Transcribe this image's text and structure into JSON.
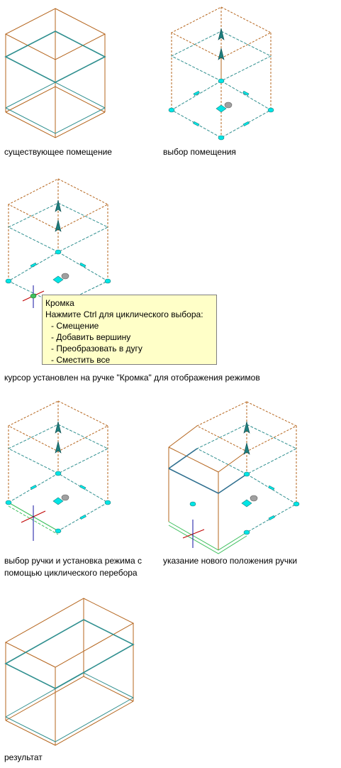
{
  "captions": {
    "existing": "существующее помещение",
    "select": "выбор помещения",
    "hover": "курсор установлен на ручке \"Кромка\" для отображения режимов",
    "cycle_line1": "выбор ручки и установка режима с",
    "cycle_line2": "помощью циклического перебора",
    "new_position": "указание нового положения ручки",
    "result": "результат"
  },
  "tooltip": {
    "title": "Кромка",
    "hint": "Нажмите Ctrl для циклического выбора:",
    "options": [
      "- Смещение",
      "- Добавить вершину",
      "- Преобразовать в дугу",
      "- Сместить все"
    ]
  },
  "colors": {
    "edge_brown": "#b5651d",
    "space_teal": "#2f8f8f",
    "grip_cyan": "#00e5e5",
    "grip_dark": "#1f7f7f",
    "tooltip_bg": "#ffffc8",
    "cursor_red": "#c00000",
    "cursor_blue": "#1010a0",
    "highlight_green": "#40c060"
  }
}
